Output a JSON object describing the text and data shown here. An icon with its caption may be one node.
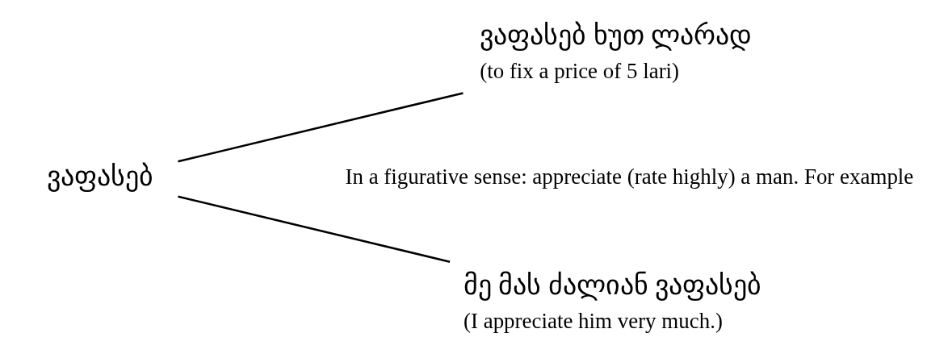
{
  "diagram": {
    "nodes": [
      {
        "text": [
          "ვაფასებ"
        ]
      },
      {
        "text": [
          "ვაფასებ ხუთ ლარად",
          "(to fix a price of 5 lari)"
        ]
      },
      {
        "text": [
          "მე მას ძალიან ვაფასებ",
          "(I appreciate him very much.)"
        ]
      }
    ],
    "edges": [
      {
        "from": 0,
        "to": 1,
        "arrow": "none"
      },
      {
        "from": 0,
        "to": 2,
        "arrow": "none"
      }
    ],
    "labels": [
      "In a figurative sense: appreciate (rate highly) a man. For example"
    ]
  }
}
